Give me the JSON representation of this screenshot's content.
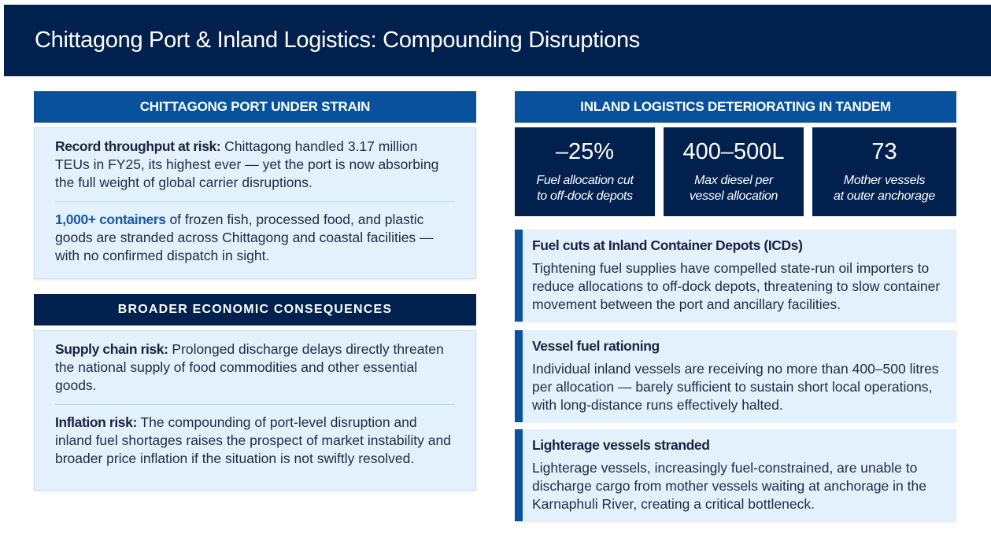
{
  "title": "Chittagong Port & Inland Logistics: Compounding Disruptions",
  "left": {
    "port_section": {
      "header": "CHITTAGONG PORT UNDER STRAIN",
      "items": [
        {
          "lead": "Record throughput at risk:",
          "text": " Chittagong handled 3.17 million TEUs in FY25, its highest ever — yet the port is now absorbing the full weight of global carrier disruptions."
        },
        {
          "lead": "1,000+ containers",
          "text": " of frozen fish, processed food, and plastic goods are stranded across Chittagong and coastal facilities — with no confirmed dispatch in sight."
        }
      ]
    },
    "econ_section": {
      "header": "BROADER ECONOMIC CONSEQUENCES",
      "items": [
        {
          "lead": "Supply chain risk:",
          "text": " Prolonged discharge delays directly threaten the national supply of food commodities and other essential goods."
        },
        {
          "lead": "Inflation risk:",
          "text": " The compounding of port-level disruption and inland fuel shortages raises the prospect of market instability and broader price inflation if the situation is not swiftly resolved."
        }
      ]
    }
  },
  "right": {
    "header": "INLAND LOGISTICS DETERIORATING IN TANDEM",
    "stats": [
      {
        "value": "–25%",
        "label_line1": "Fuel allocation cut",
        "label_line2": "to off-dock depots"
      },
      {
        "value": "400–500L",
        "label_line1": "Max diesel per",
        "label_line2": "vessel allocation"
      },
      {
        "value": "73",
        "label_line1": "Mother vessels",
        "label_line2": "at outer anchorage"
      }
    ],
    "cards": [
      {
        "title": "Fuel cuts at Inland Container Depots (ICDs)",
        "body": "Tightening fuel supplies have compelled state-run oil importers to reduce allocations to off-dock depots, threatening to slow container movement between the port and ancillary facilities."
      },
      {
        "title": "Vessel fuel rationing",
        "body": "Individual inland vessels are receiving no more than 400–500 litres per allocation — barely sufficient to sustain short local operations, with long-distance runs effectively halted."
      },
      {
        "title": "Lighterage vessels stranded",
        "body": "Lighterage vessels, increasingly fuel-constrained, are unable to discharge cargo from mother vessels waiting at anchorage in the Karnaphuli River, creating a critical bottleneck."
      }
    ]
  },
  "colors": {
    "navy": "#00204e",
    "blue": "#08519c",
    "panel_bg": "#e2f1fc",
    "highlight": "#1a5aa0"
  }
}
